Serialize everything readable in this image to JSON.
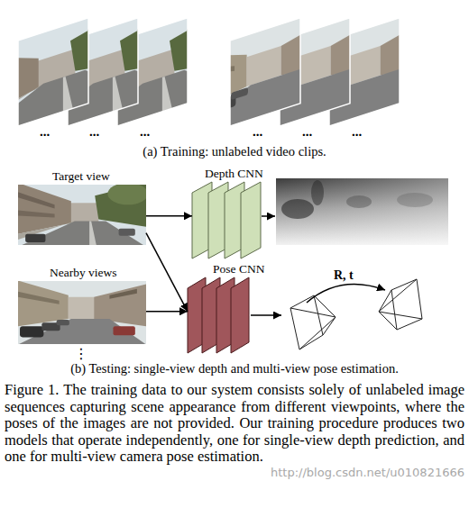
{
  "diagram": {
    "caption": "Figure 1. The training data to our system consists solely of unlabeled image sequences capturing scene appearance from different viewpoints, where the poses of the images are not provided. Our training procedure produces two models that operate independently, one for single-view depth prediction, and one for multi-view camera pose estimation.",
    "nodes": [
      {
        "text": [
          "Target view"
        ]
      },
      {
        "text": [
          "Depth CNN"
        ]
      },
      {
        "text": [
          "Nearby views"
        ]
      },
      {
        "text": [
          "Pose CNN"
        ]
      },
      {
        "text": [
          "R, t"
        ]
      }
    ],
    "edges": [
      {
        "from": 0,
        "to": 1,
        "arrow": "to"
      },
      {
        "from": 0,
        "to": 3,
        "arrow": "to"
      },
      {
        "from": 2,
        "to": 3,
        "arrow": "to"
      },
      {
        "from": 3,
        "to": 4,
        "arrow": "to"
      }
    ],
    "labels": [
      "...",
      "...",
      "...",
      "...",
      "...",
      "...",
      "(a) Training: unlabeled video clips.",
      "⋮",
      "(b) Testing: single-view depth and multi-view pose estimation.",
      "http://blog.csdn.net/u010821666"
    ]
  }
}
